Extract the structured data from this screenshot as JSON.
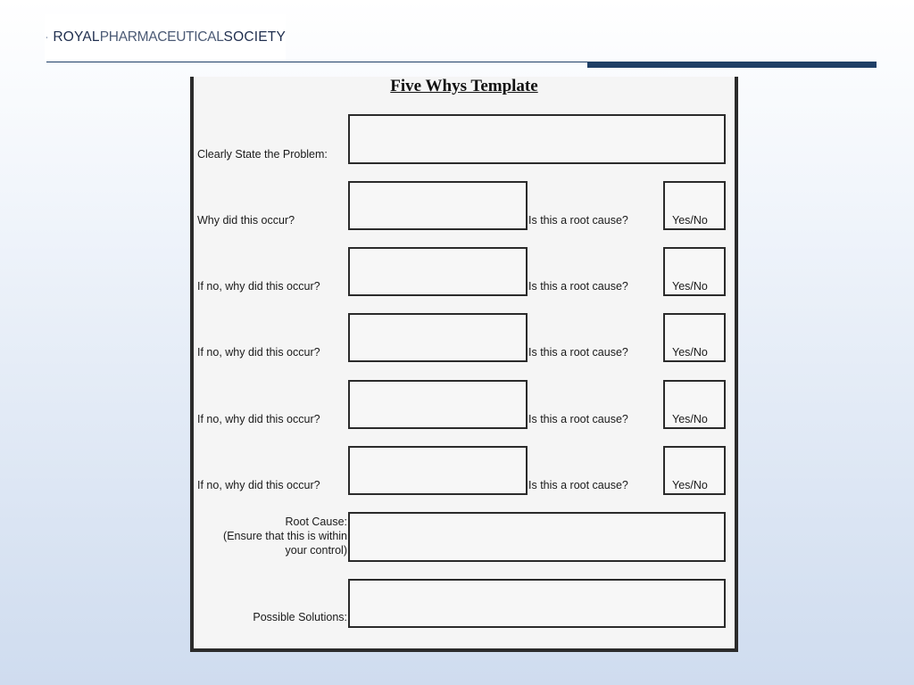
{
  "header": {
    "brand_word1": "ROYAL",
    "brand_word2": "PHARMACEUTICAL",
    "brand_word3": "SOCIETY",
    "accent_color": "#1f3f66",
    "crest_icon": "crest-icon"
  },
  "form": {
    "title": "Five Whys Template",
    "problem_label": "Clearly State the Problem:",
    "first_why_label": "Why did this occur?",
    "next_why_label": "If no, why did this occur?",
    "root_question": "Is this a root cause?",
    "yes_no": "Yes/No",
    "root_cause_line1": "Root Cause:",
    "root_cause_line2": "(Ensure that this is within",
    "root_cause_line3": "your control)",
    "solutions_label": "Possible Solutions:"
  }
}
